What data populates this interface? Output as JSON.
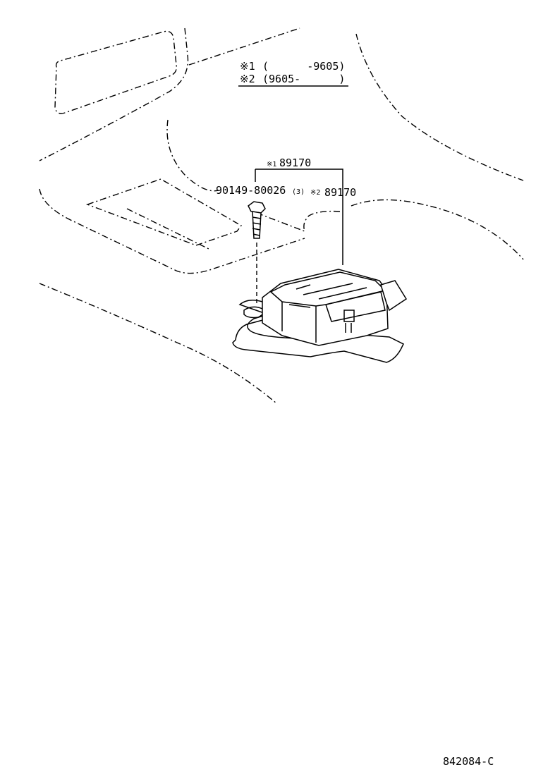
{
  "legend": {
    "line1_marker": "※1",
    "line1_text": "(      -9605)",
    "line2_marker": "※2",
    "line2_text": "(9605-      )"
  },
  "parts": {
    "sensor_ref1_marker": "※1",
    "sensor_ref1_number": "89170",
    "sensor_ref2_marker": "※2",
    "sensor_ref2_number": "89170",
    "bolt_number": "90149-80026",
    "bolt_qty": "(3)"
  },
  "footer": {
    "diagram_id": "842084-C"
  }
}
